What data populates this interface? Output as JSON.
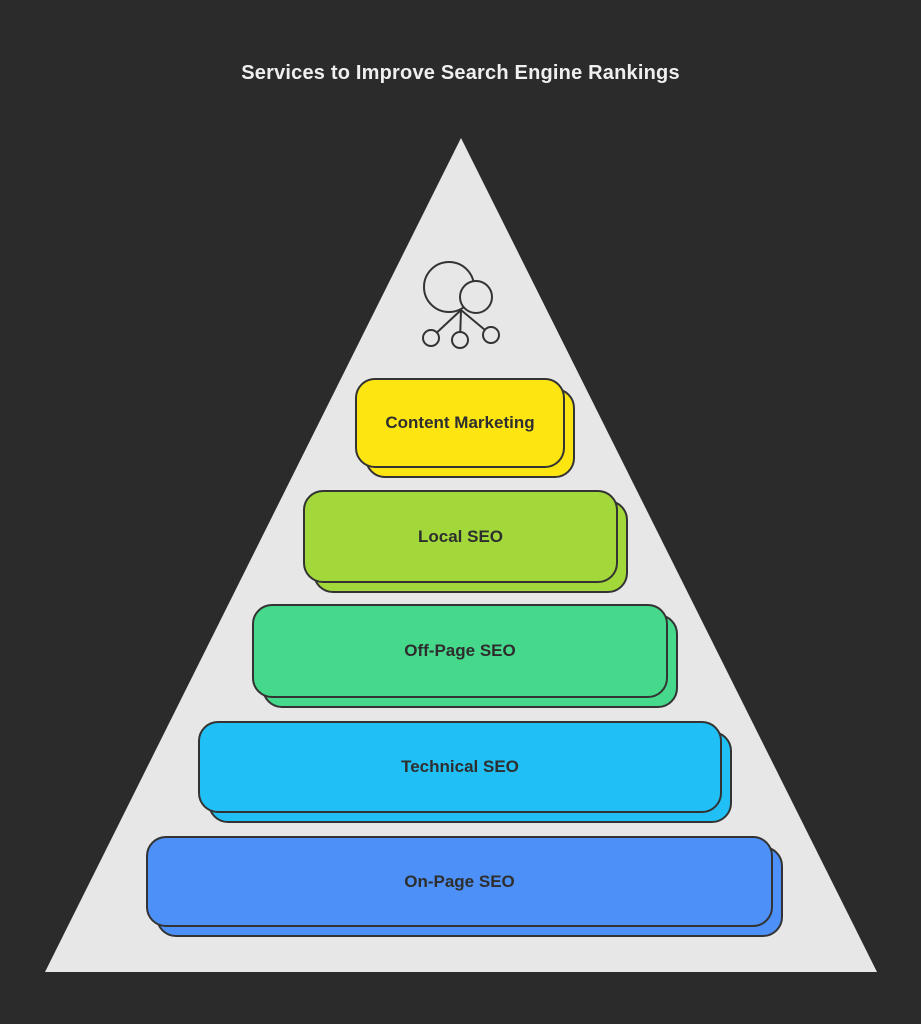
{
  "title": "Services to Improve Search Engine Rankings",
  "colors": {
    "background": "#2b2b2b",
    "pyramid": "#e7e7e7",
    "outline": "#333333",
    "title_text": "#efefef",
    "label_text": "#2e2e2e"
  },
  "icon": {
    "name": "cloud-network-icon"
  },
  "layers": [
    {
      "label": "Content Marketing",
      "color": "#fde512"
    },
    {
      "label": "Local SEO",
      "color": "#a2d83a"
    },
    {
      "label": "Off-Page SEO",
      "color": "#46d98b"
    },
    {
      "label": "Technical SEO",
      "color": "#20c0f7"
    },
    {
      "label": "On-Page SEO",
      "color": "#4d90f7"
    }
  ]
}
